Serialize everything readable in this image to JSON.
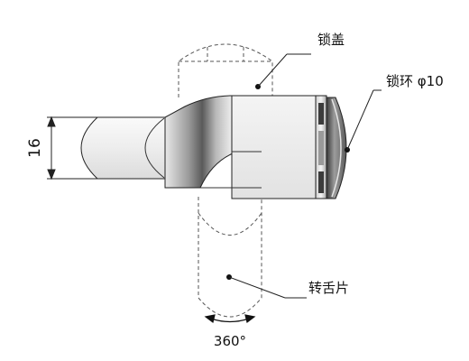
{
  "labels": {
    "lock_cover": "锁盖",
    "lock_ring": "锁环 φ10",
    "rotating_tongue": "转舌片",
    "rotation": "360°",
    "dimension": "16"
  },
  "colors": {
    "line": "#222222",
    "dashed": "#555555",
    "metal_light": "#f2f2f2",
    "metal_dark": "#8a8a8a"
  }
}
